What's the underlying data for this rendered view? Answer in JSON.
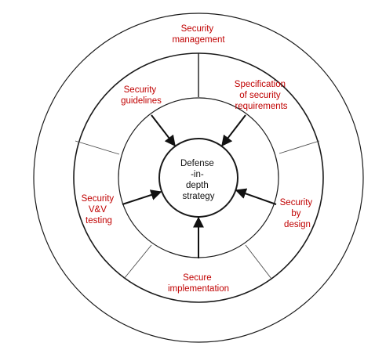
{
  "colors": {
    "label": "#c00000",
    "center_text": "#111111",
    "lines": "#1a1a1a"
  },
  "center": {
    "lines": [
      "Defense",
      "-in-",
      "depth",
      "strategy"
    ]
  },
  "segments": {
    "security_management": [
      "Security",
      "management"
    ],
    "security_guidelines": [
      "Security",
      "guidelines"
    ],
    "specification_requirements": [
      "Specification",
      "of security",
      "requirements"
    ],
    "security_vv_testing": [
      "Security",
      "V&V",
      "testing"
    ],
    "security_by_design": [
      "Security",
      "by",
      "design"
    ],
    "secure_implementation": [
      "Secure",
      "implementation"
    ]
  }
}
